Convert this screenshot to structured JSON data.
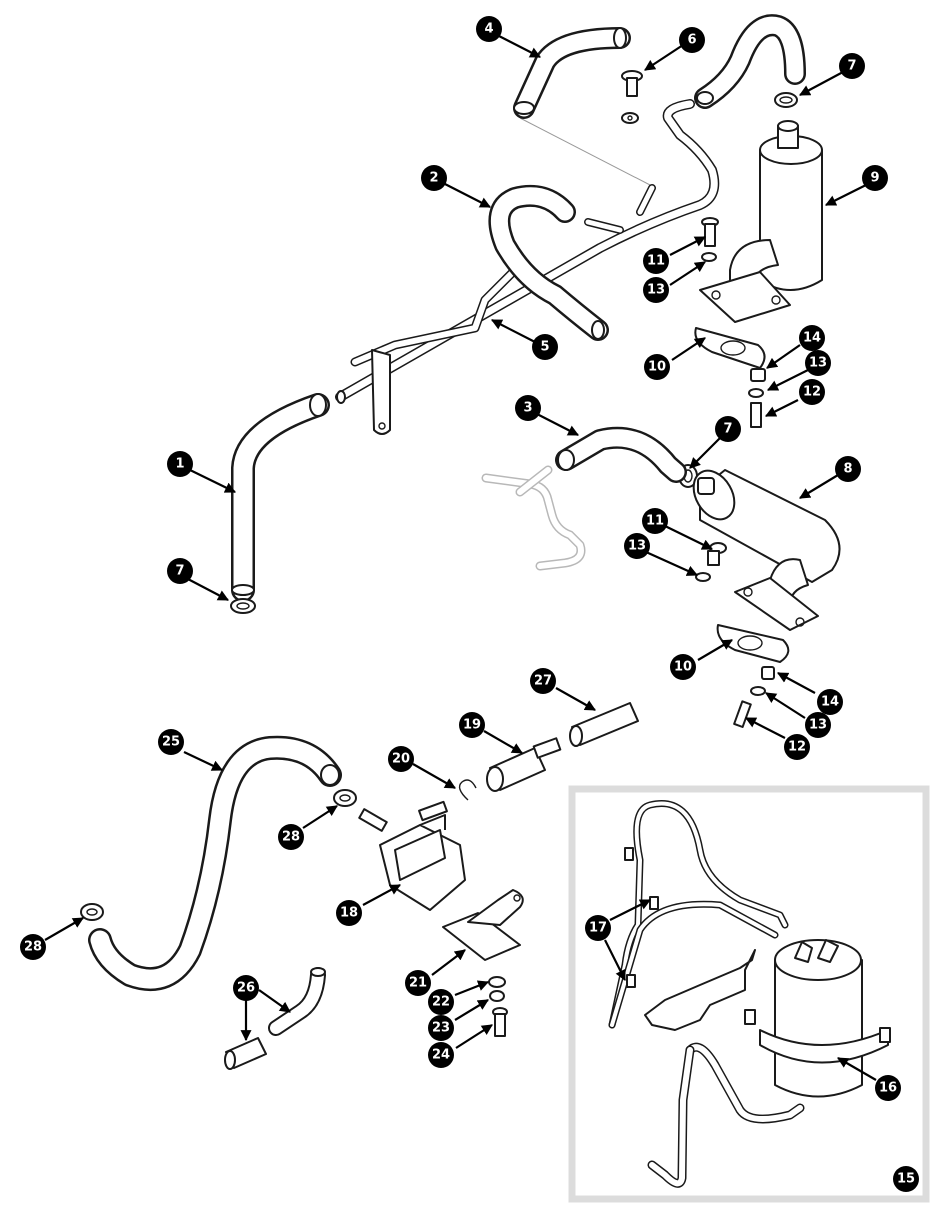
{
  "callouts": [
    {
      "num": "1"
    },
    {
      "num": "2"
    },
    {
      "num": "3"
    },
    {
      "num": "4"
    },
    {
      "num": "5"
    },
    {
      "num": "6"
    },
    {
      "num": "7"
    },
    {
      "num": "7"
    },
    {
      "num": "7"
    },
    {
      "num": "8"
    },
    {
      "num": "9"
    },
    {
      "num": "10"
    },
    {
      "num": "10"
    },
    {
      "num": "11"
    },
    {
      "num": "11"
    },
    {
      "num": "12"
    },
    {
      "num": "12"
    },
    {
      "num": "13"
    },
    {
      "num": "13"
    },
    {
      "num": "13"
    },
    {
      "num": "13"
    },
    {
      "num": "14"
    },
    {
      "num": "14"
    },
    {
      "num": "15"
    },
    {
      "num": "16"
    },
    {
      "num": "17"
    },
    {
      "num": "18"
    },
    {
      "num": "19"
    },
    {
      "num": "20"
    },
    {
      "num": "21"
    },
    {
      "num": "22"
    },
    {
      "num": "23"
    },
    {
      "num": "24"
    },
    {
      "num": "25"
    },
    {
      "num": "26"
    },
    {
      "num": "27"
    },
    {
      "num": "28"
    },
    {
      "num": "28"
    }
  ]
}
